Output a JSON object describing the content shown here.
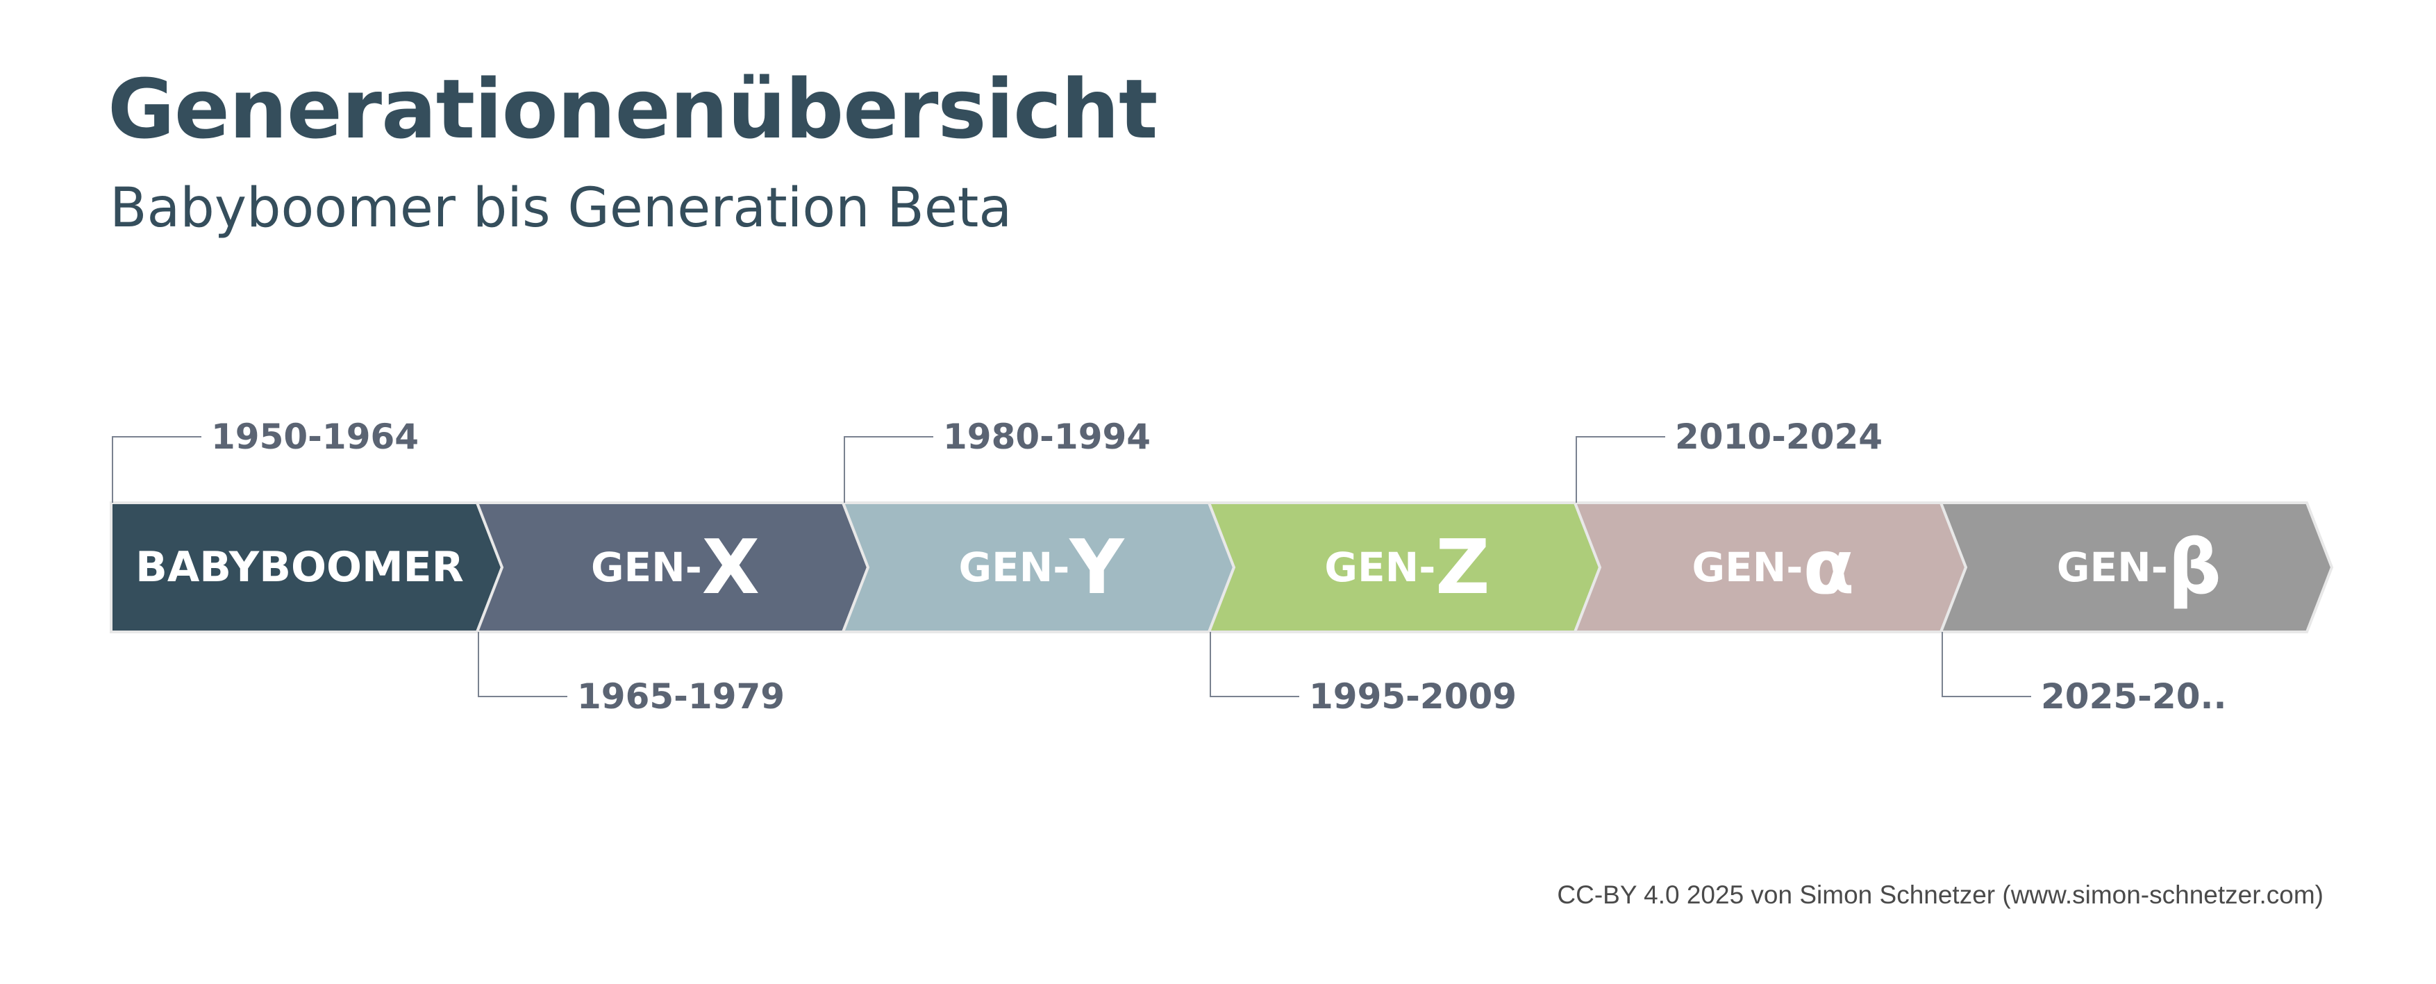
{
  "title": "Generationenübersicht",
  "subtitle": "Babyboomer bis Generation Beta",
  "generations": [
    {
      "prefix": "",
      "letter": "BABYBOOMER",
      "range": "1950-1964",
      "range_position": "above",
      "color": "#354e5c"
    },
    {
      "prefix": "GEN-",
      "letter": "X",
      "range": "1965-1979",
      "range_position": "below",
      "color": "#5e697d"
    },
    {
      "prefix": "GEN-",
      "letter": "Y",
      "range": "1980-1994",
      "range_position": "above",
      "color": "#a1bac2"
    },
    {
      "prefix": "GEN-",
      "letter": "Z",
      "range": "1995-2009",
      "range_position": "below",
      "color": "#adcd7a"
    },
    {
      "prefix": "GEN-",
      "letter": "α",
      "range": "2010-2024",
      "range_position": "above",
      "color": "#c6b1af"
    },
    {
      "prefix": "GEN-",
      "letter": "β",
      "range": "2025-20..",
      "range_position": "below",
      "color": "#9a9a9a"
    }
  ],
  "footer": "CC-BY 4.0 2025 von Simon Schnetzer (www.simon-schnetzer.com)"
}
